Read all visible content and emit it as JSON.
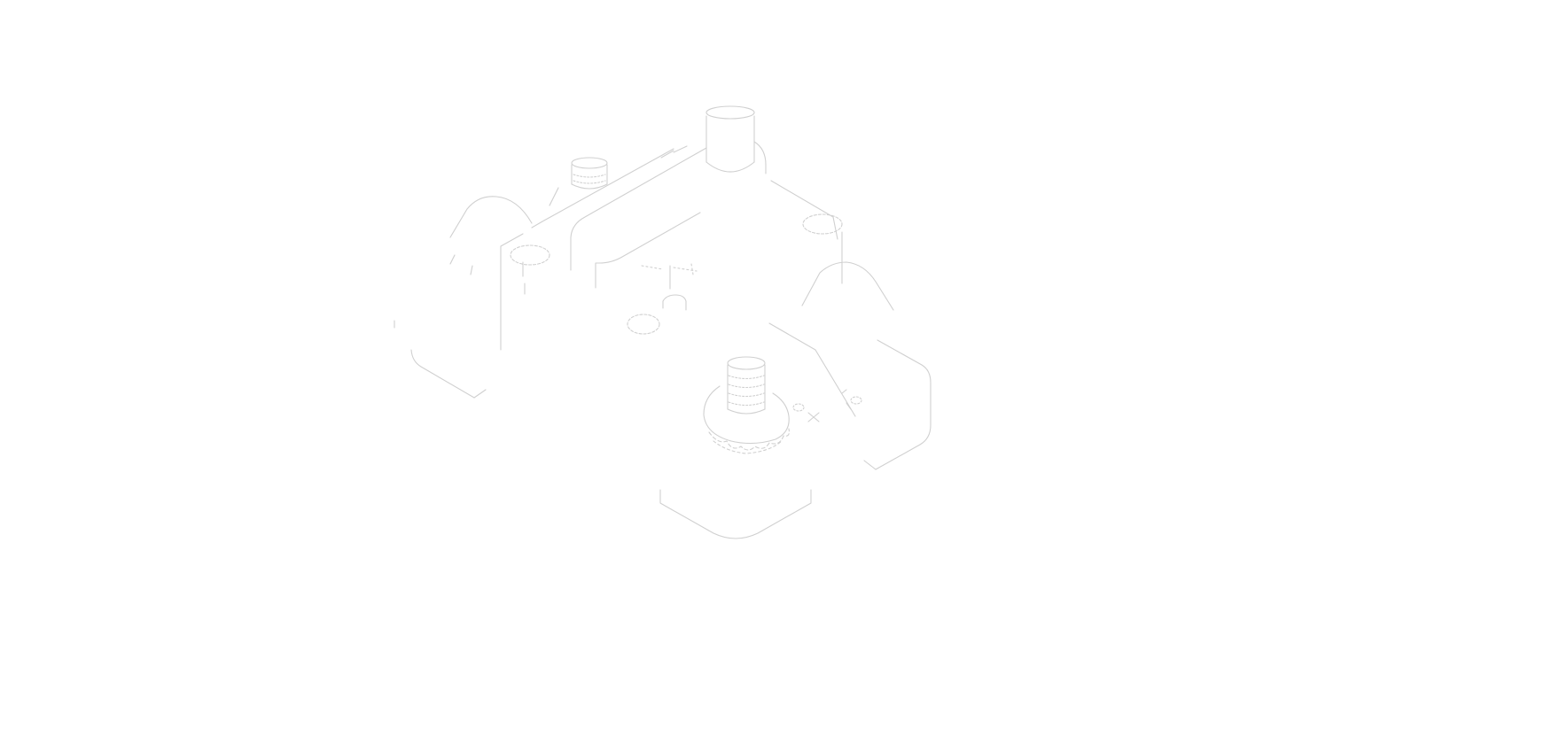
{
  "drawing": {
    "style": "faint isometric line drawing on white background",
    "line_color": "#d0d0d0",
    "background": "#ffffff",
    "components": [
      {
        "name": "top-cylinder-post",
        "icon": "cylinder"
      },
      {
        "name": "small-threaded-post",
        "icon": "threaded-cylinder"
      },
      {
        "name": "main-threaded-stud",
        "icon": "threaded-cylinder"
      },
      {
        "name": "toothed-lock-washer",
        "icon": "serrated-ring"
      },
      {
        "name": "left-lobe",
        "icon": "rounded-lobe"
      },
      {
        "name": "right-lobe",
        "icon": "rounded-lobe"
      },
      {
        "name": "base-plate",
        "icon": "rounded-plate"
      },
      {
        "name": "mounting-holes",
        "icon": "hole",
        "count": 4
      },
      {
        "name": "terminal-markers",
        "icon": "plus-minus"
      }
    ]
  }
}
